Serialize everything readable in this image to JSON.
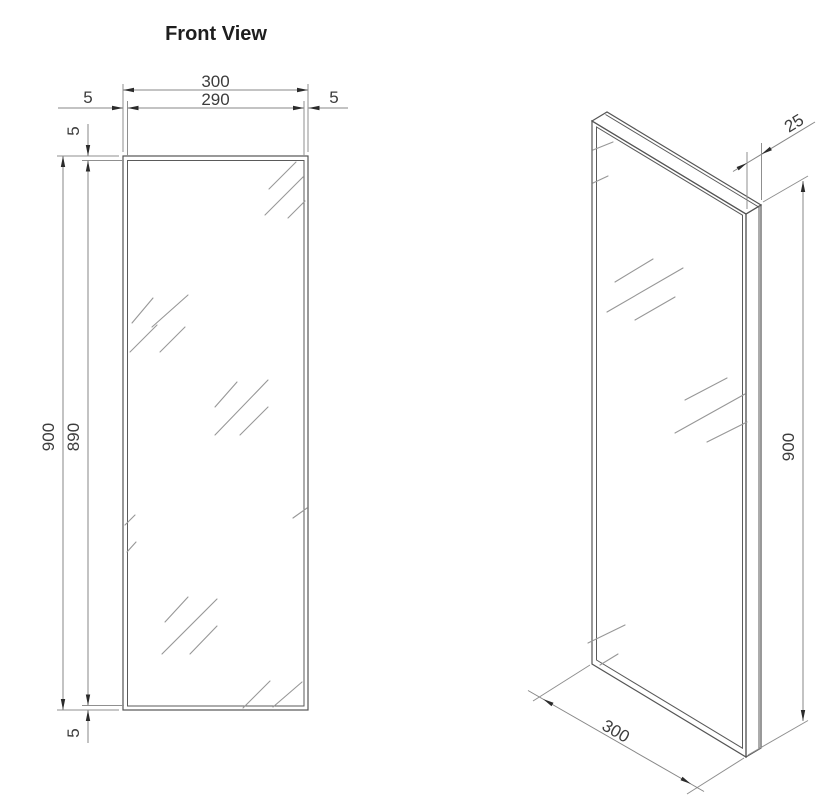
{
  "drawing": {
    "front_view": {
      "title": "Front View",
      "dimensions": {
        "overall_width": "300",
        "glass_width": "290",
        "frame_left": "5",
        "frame_right": "5",
        "frame_top": "5",
        "frame_bottom": "5",
        "overall_height": "900",
        "glass_height": "890"
      }
    },
    "perspective_view": {
      "dimensions": {
        "depth": "25",
        "overall_height": "900",
        "overall_width": "300"
      }
    },
    "colors": {
      "background": "#ffffff",
      "object_line": "#555555",
      "dimension_line": "#878787",
      "glint_line": "#979797",
      "arrow": "#2b2b2b",
      "text": "#3c3c3c"
    }
  }
}
